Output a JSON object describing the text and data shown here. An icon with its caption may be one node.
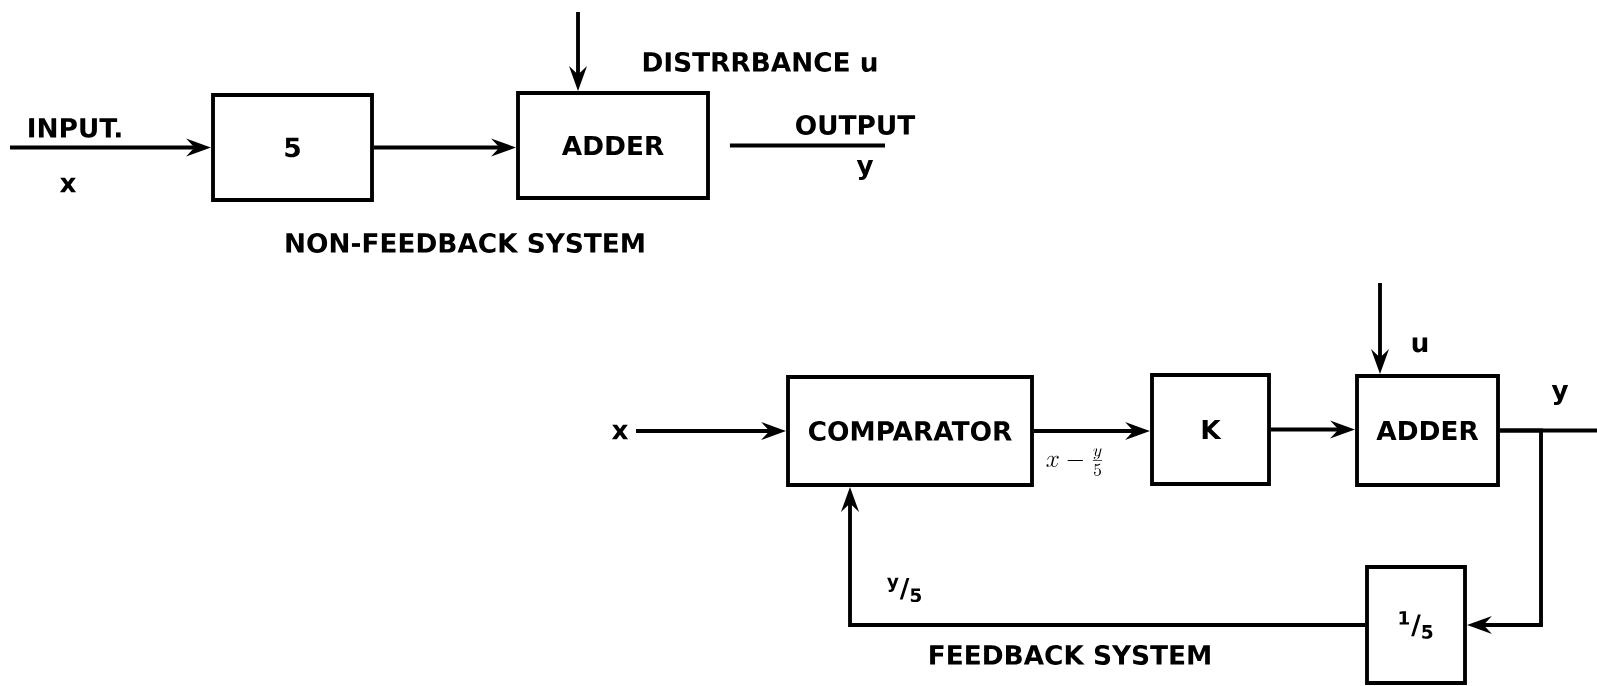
{
  "diagram": {
    "nodes": [
      {
        "text": [
          "5"
        ]
      },
      {
        "text": [
          "ADDER"
        ]
      },
      {
        "text": [
          "COMPARATOR"
        ]
      },
      {
        "text": [
          "K"
        ]
      },
      {
        "text": [
          "ADDER"
        ]
      },
      {
        "text": [
          "$^{1}$/$_{5}$"
        ]
      }
    ],
    "edges": [
      {
        "from": null,
        "to": 0,
        "arrow": "to",
        "label": "INPUT."
      },
      {
        "from": 0,
        "to": 1,
        "arrow": "to"
      },
      {
        "from": null,
        "to": 1,
        "arrow": "to",
        "label": "DISTRRBANCE u"
      },
      {
        "from": 1,
        "to": null,
        "arrow": "none",
        "label": "OUTPUT"
      },
      {
        "from": null,
        "to": 2,
        "arrow": "to",
        "label": "x"
      },
      {
        "from": 2,
        "to": 3,
        "arrow": "to",
        "label": "x - \\frac{y}{5}"
      },
      {
        "from": 3,
        "to": 4,
        "arrow": "to"
      },
      {
        "from": null,
        "to": 4,
        "arrow": "to",
        "label": "u"
      },
      {
        "from": 4,
        "to": 5,
        "arrow": "to"
      },
      {
        "from": 4,
        "to": null,
        "arrow": "none",
        "label": "y"
      },
      {
        "from": 5,
        "to": 2,
        "arrow": "to",
        "label": "$^{y}$/$_{5}$"
      }
    ],
    "labels": [
      "x",
      "y",
      "NON-FEEDBACK SYSTEM",
      "FEEDBACK SYSTEM"
    ]
  }
}
